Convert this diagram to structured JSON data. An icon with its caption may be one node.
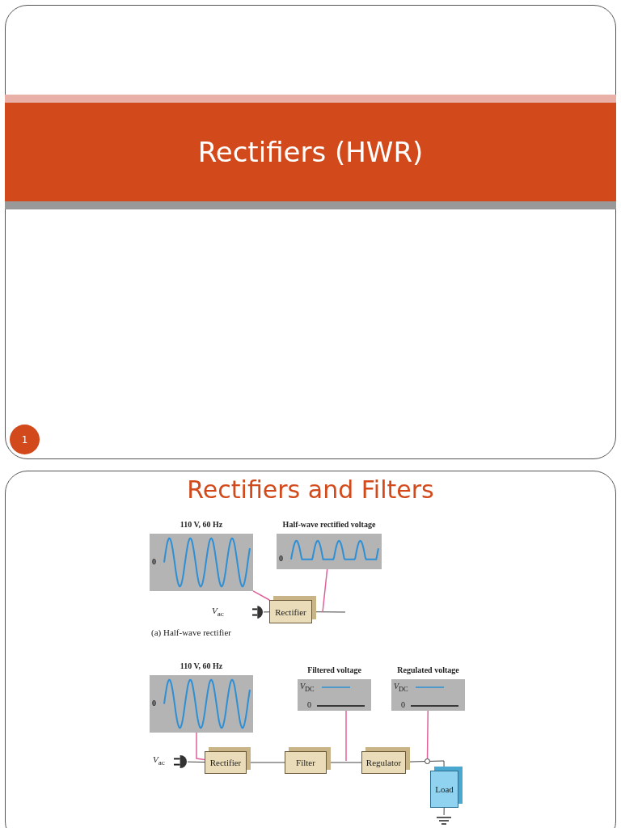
{
  "diagram": {
    "nodes": [
      {
        "text": [
          "Rectifiers (HWR)"
        ]
      },
      {
        "text": [
          "1"
        ]
      },
      {
        "text": [
          "110 V, 60 Hz",
          "0"
        ]
      },
      {
        "text": [
          "Half-wave rectified voltage",
          "0"
        ]
      },
      {
        "text": [],
        "shape": "plug",
        "beside": [
          "*V*$_{ac}$"
        ]
      },
      {
        "text": [
          "Rectifier"
        ]
      },
      {
        "text": [
          "110 V, 60 Hz",
          "0"
        ]
      },
      {
        "text": [
          "Filtered voltage",
          "*V*$_{DC}$",
          "0"
        ]
      },
      {
        "text": [
          "Regulated voltage",
          "*V*$_{DC}$",
          "0"
        ]
      },
      {
        "text": [],
        "shape": "plug",
        "beside": [
          "*V*$_{ac}$"
        ]
      },
      {
        "text": [
          "Rectifier"
        ]
      },
      {
        "text": [
          "Filter"
        ]
      },
      {
        "text": [
          "Regulator"
        ]
      },
      {
        "text": [],
        "shape": "circle"
      },
      {
        "text": [
          "Load"
        ]
      },
      {
        "text": [],
        "shape": "ground"
      }
    ],
    "edges": [
      {
        "from": 4,
        "to": 5,
        "arrow": "none"
      },
      {
        "from": 5,
        "to": null,
        "arrow": "none"
      },
      {
        "from": 2,
        "to": 5,
        "arrow": "none",
        "color": "#e0609a"
      },
      {
        "from": 3,
        "to": null,
        "arrow": "none",
        "color": "#e0609a"
      },
      {
        "from": 9,
        "to": 10,
        "arrow": "none"
      },
      {
        "from": 10,
        "to": 11,
        "arrow": "none"
      },
      {
        "from": 11,
        "to": 12,
        "arrow": "none"
      },
      {
        "from": 12,
        "to": 13,
        "arrow": "none"
      },
      {
        "from": 13,
        "to": 14,
        "arrow": "none"
      },
      {
        "from": 14,
        "to": 15,
        "arrow": "none"
      },
      {
        "from": 6,
        "to": 10,
        "arrow": "none",
        "color": "#e0609a"
      },
      {
        "from": 7,
        "to": null,
        "arrow": "none",
        "color": "#e0609a"
      },
      {
        "from": 8,
        "to": 13,
        "arrow": "none",
        "color": "#e0609a"
      }
    ],
    "labels": [
      "Rectifiers and Filters",
      "(a) Half-wave rectifier"
    ]
  }
}
